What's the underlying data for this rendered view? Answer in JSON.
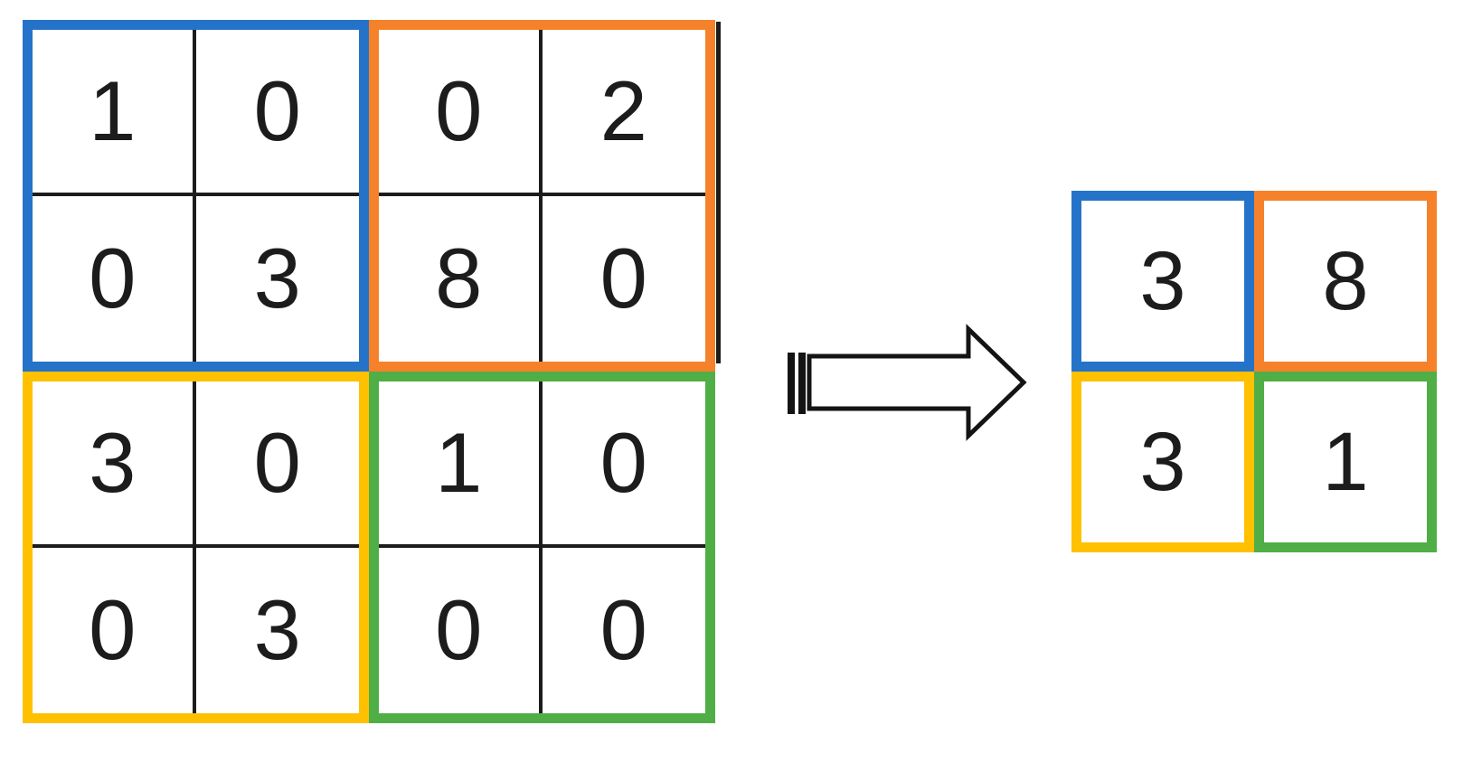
{
  "colors": {
    "blue": "#2573C9",
    "orange": "#F5822B",
    "yellow": "#FFC000",
    "green": "#50AE46",
    "line": "#1c1c1c"
  },
  "input_grid": {
    "rows": 4,
    "cols": 4,
    "values": [
      [
        1,
        0,
        0,
        2
      ],
      [
        0,
        3,
        8,
        0
      ],
      [
        3,
        0,
        1,
        0
      ],
      [
        0,
        3,
        0,
        0
      ]
    ],
    "quadrants": [
      {
        "position": "top-left",
        "color": "#2573C9",
        "values": [
          [
            1,
            0
          ],
          [
            0,
            3
          ]
        ]
      },
      {
        "position": "top-right",
        "color": "#F5822B",
        "values": [
          [
            0,
            2
          ],
          [
            8,
            0
          ]
        ]
      },
      {
        "position": "bottom-left",
        "color": "#FFC000",
        "values": [
          [
            3,
            0
          ],
          [
            0,
            3
          ]
        ]
      },
      {
        "position": "bottom-right",
        "color": "#50AE46",
        "values": [
          [
            1,
            0
          ],
          [
            0,
            0
          ]
        ]
      }
    ]
  },
  "arrow": {
    "icon": "right-block-arrow"
  },
  "output_grid": {
    "rows": 2,
    "cols": 2,
    "cells": [
      {
        "position": "top-left",
        "color": "#2573C9",
        "value": 3
      },
      {
        "position": "top-right",
        "color": "#F5822B",
        "value": 8
      },
      {
        "position": "bottom-left",
        "color": "#FFC000",
        "value": 3
      },
      {
        "position": "bottom-right",
        "color": "#50AE46",
        "value": 1
      }
    ]
  }
}
